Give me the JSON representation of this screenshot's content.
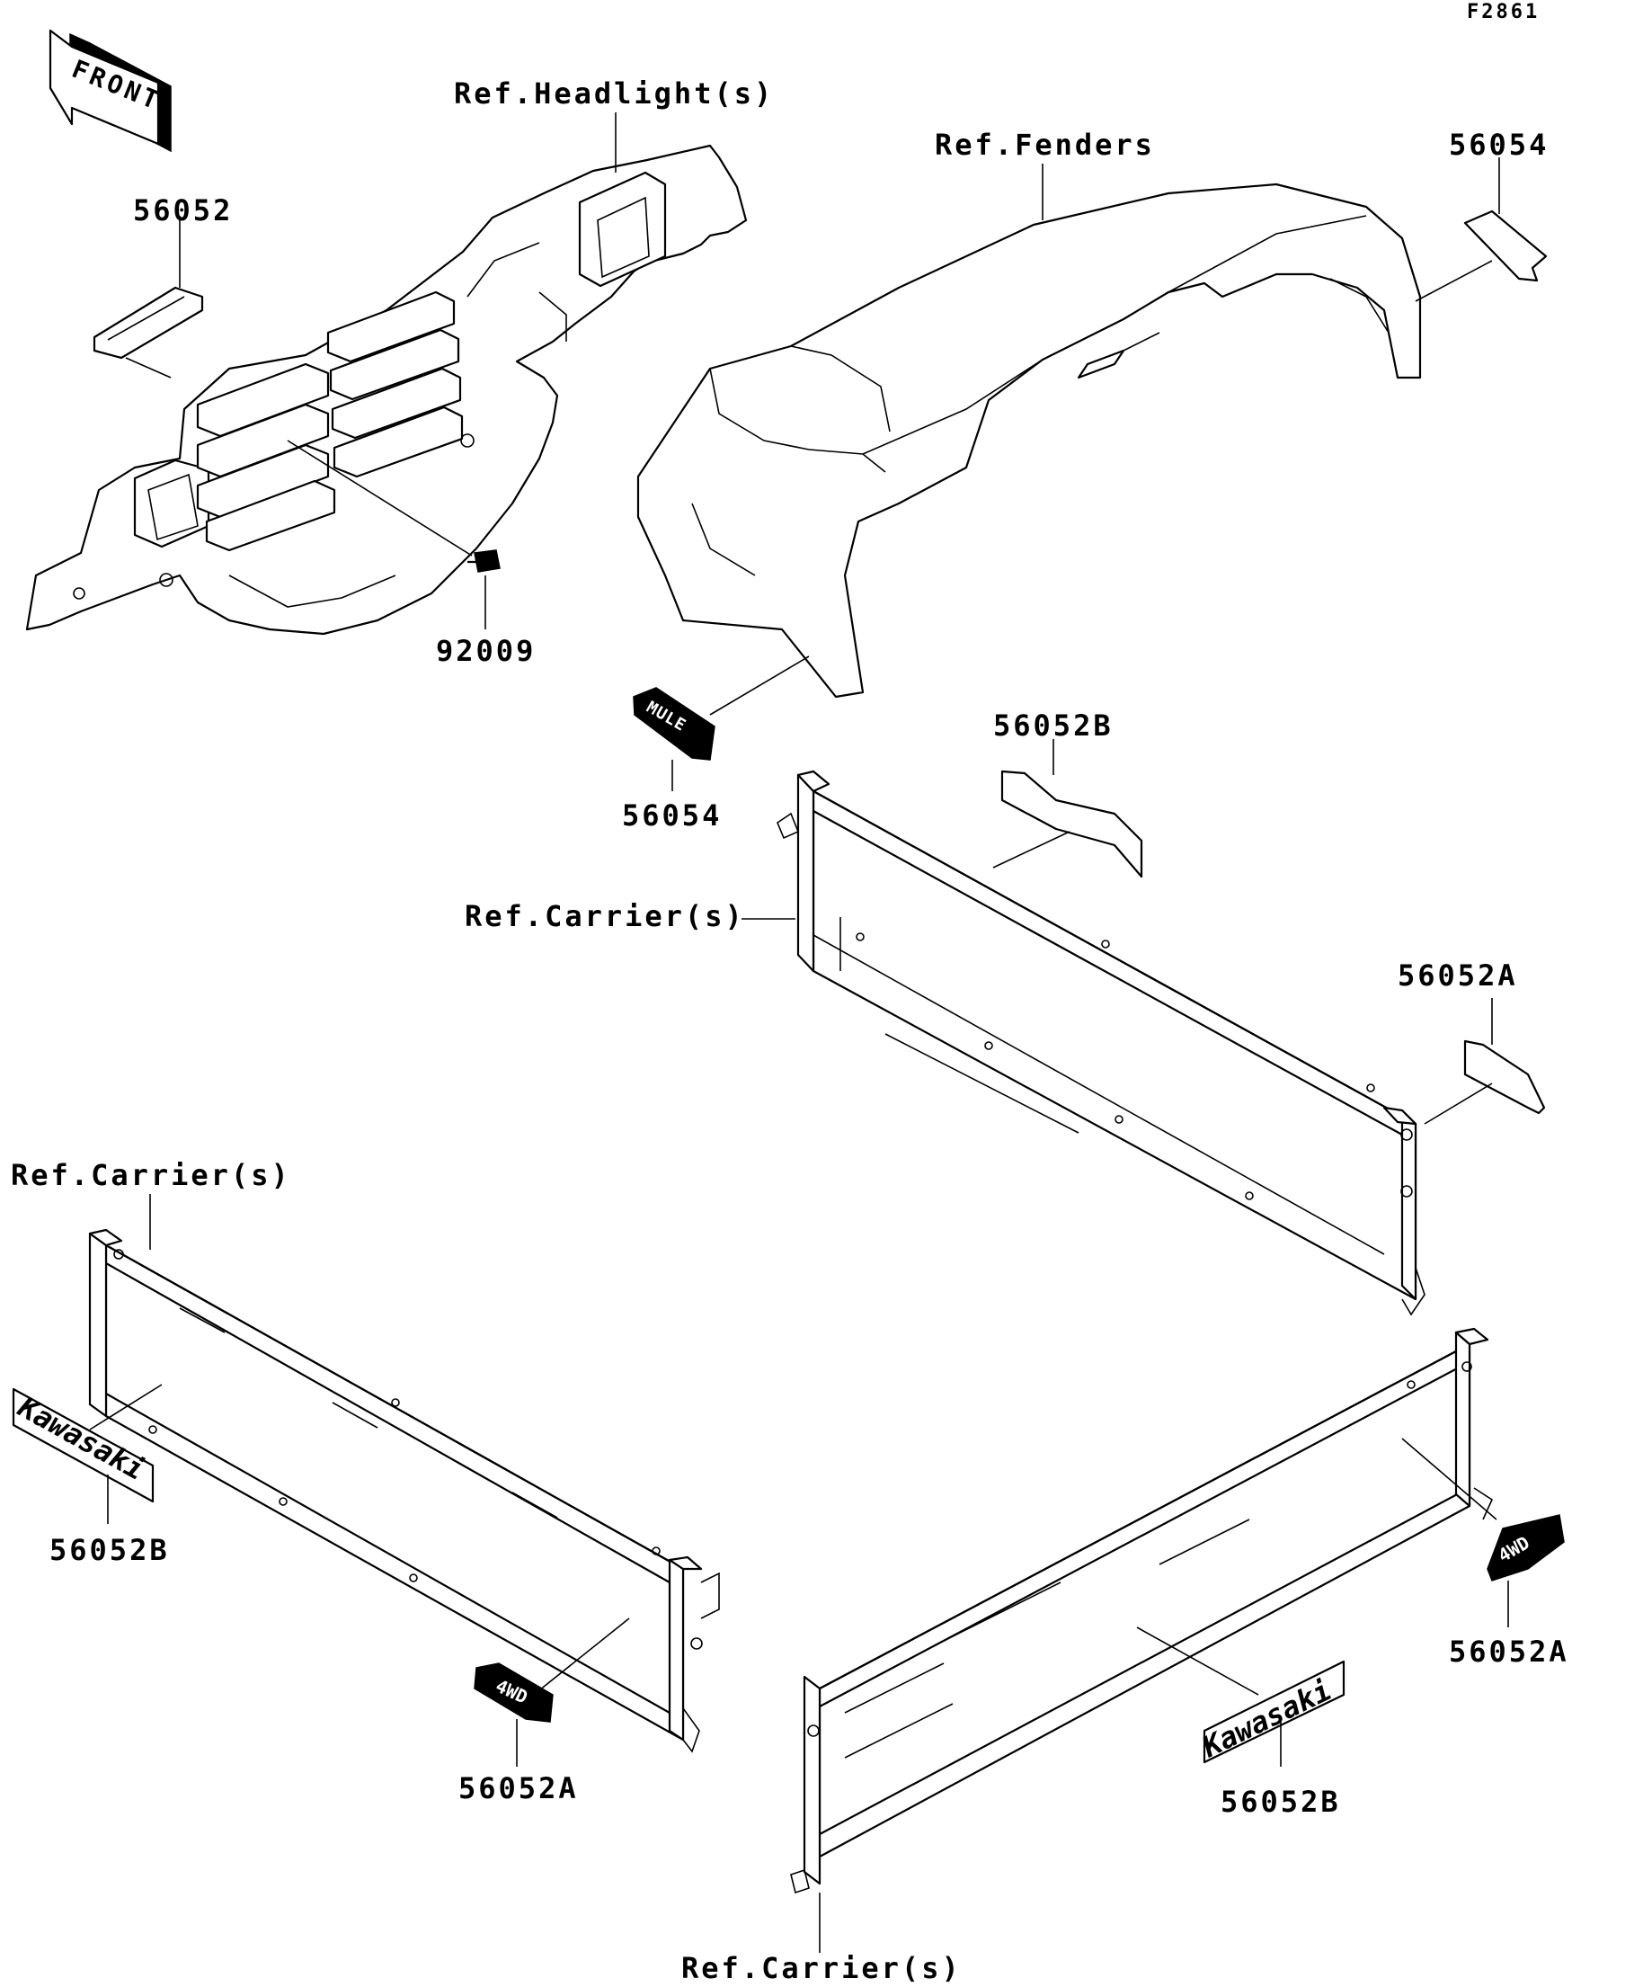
{
  "figure_id": "F2861",
  "front_arrow_text": "FRONT",
  "labels": {
    "ref_headlights": "Ref.Headlight(s)",
    "ref_fenders": "Ref.Fenders",
    "part_56054_top": "56054",
    "part_56052_top": "56052",
    "part_92009": "92009",
    "part_56054_mid": "56054",
    "part_56052B_mid": "56052B",
    "ref_carrier_mid": "Ref.Carrier(s)",
    "part_56052A_mid": "56052A",
    "ref_carrier_left": "Ref.Carrier(s)",
    "part_56052B_left": "56052B",
    "part_56052A_left": "56052A",
    "part_56052A_right": "56052A",
    "part_56052B_right": "56052B",
    "ref_carrier_bottom": "Ref.Carrier(s)"
  },
  "decal_text": {
    "kawasaki": "Kawasaki",
    "four_wd": "4WD",
    "mule": "MULE"
  },
  "colors": {
    "ink": "#000000",
    "paper": "#ffffff"
  }
}
